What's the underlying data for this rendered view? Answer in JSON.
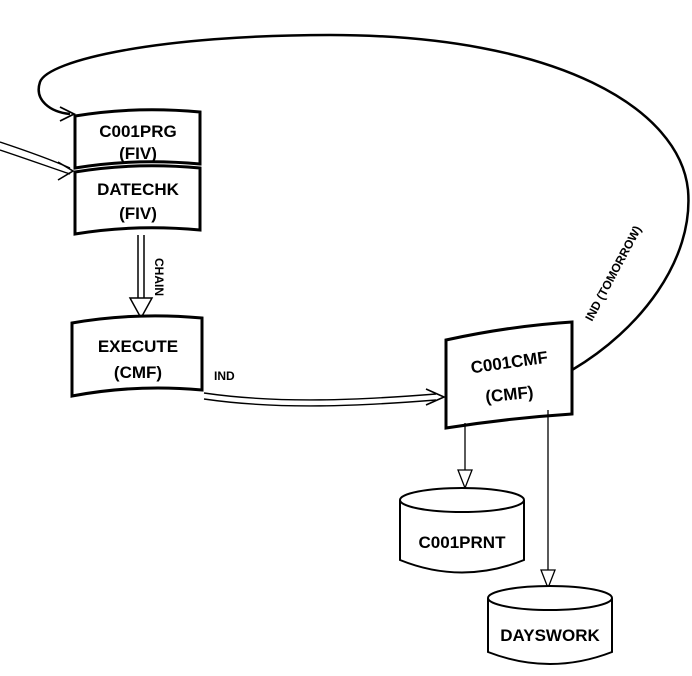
{
  "diagram": {
    "nodes": {
      "c001prg": {
        "line1": "C001PRG",
        "line2": "(FIV)"
      },
      "datechk": {
        "line1": "DATECHK",
        "line2": "(FIV)"
      },
      "execute": {
        "line1": "EXECUTE",
        "line2": "(CMF)"
      },
      "c001cmf": {
        "line1": "C001CMF",
        "line2": "(CMF)"
      },
      "c001prnt": {
        "label": "C001PRNT"
      },
      "dayswork": {
        "label": "DAYSWORK"
      }
    },
    "edge_labels": {
      "chain": "CHAIN",
      "ind": "IND",
      "ind_tomorrow": "IND (TOMORROW)"
    }
  }
}
